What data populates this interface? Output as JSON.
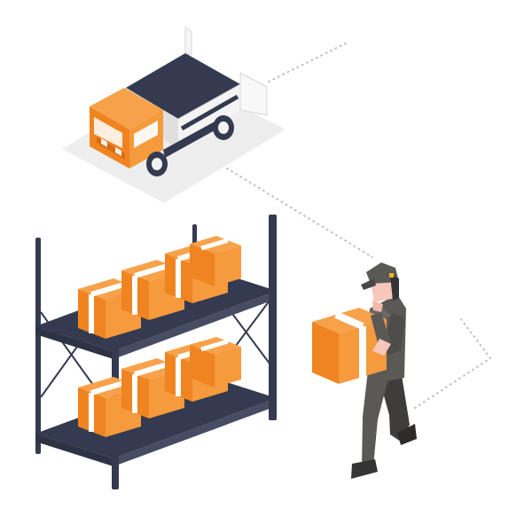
{
  "scene": {
    "subjects": [
      "delivery-truck",
      "warehouse-shelf",
      "courier"
    ],
    "shelf_boxes_per_level": 4,
    "shelf_levels": 2,
    "carried_boxes": 1
  },
  "colors": {
    "background": "#ffffff",
    "orange": "#f08a24",
    "orange_light": "#f7a24a",
    "orange_dark": "#d96b10",
    "navy": "#343a4f",
    "navy_light": "#454c63",
    "tape": "#ffffff",
    "shadow": "#eeeeee",
    "path_dots": "#bfbfbf",
    "uniform": "#5b5956",
    "uniform_dark": "#3f3d3b",
    "skin": "#f7c7bb",
    "truck_box": "#f4f4f4"
  },
  "icons": {
    "truck": "delivery-truck-icon",
    "shelf": "warehouse-shelf-icon",
    "package": "package-box-icon",
    "courier": "courier-person-icon"
  }
}
